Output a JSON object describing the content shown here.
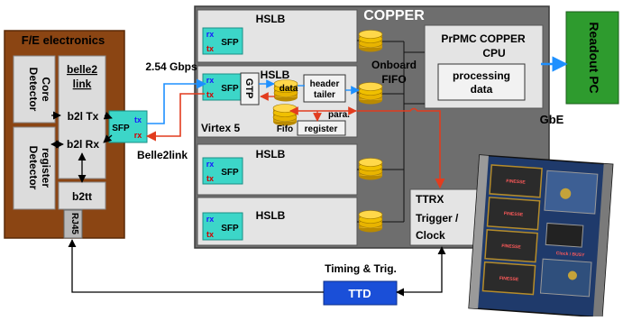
{
  "fe": {
    "title": "F/E electronics",
    "core_line1": "Detector",
    "core_line2": "Core",
    "reg_line1": "Detector",
    "reg_line2": "register",
    "b2link_line1": "belle2",
    "b2link_line2": "link",
    "b2l_tx": "b2l Tx",
    "b2l_rx": "b2l Rx",
    "b2tt": "b2tt",
    "rj45": "RJ45",
    "sfp": "SFP",
    "tx": "tx",
    "rx": "rx"
  },
  "links": {
    "speed": "2.54 Gbps",
    "belle2link": "Belle2link",
    "timing": "Timing & Trig.",
    "gbe": "GbE"
  },
  "copper": {
    "title": "COPPER",
    "hslb": "HSLB",
    "sfp": "SFP",
    "rx": "rx",
    "tx": "tx",
    "gtp": "GTP",
    "data": "data",
    "header_line1": "header",
    "header_line2": "tailer",
    "fifo": "Fifo",
    "register": "register",
    "para": "para.",
    "virtex": "Virtex 5",
    "onboard_line1": "Onboard",
    "onboard_line2": "FIFO",
    "prpmc_line1": "PrPMC COPPER",
    "prpmc_line2": "CPU",
    "processing_line1": "processing",
    "processing_line2": "data",
    "ttrx_line1": "TTRX",
    "ttrx_line2": "Trigger /",
    "ttrx_line3": "Clock"
  },
  "readout": "Readout PC",
  "ttd": "TTD",
  "photo_labels": [
    "FINESSE",
    "FINESSE",
    "FINESSE",
    "FINESSE",
    "Clock / BUSY"
  ],
  "colors": {
    "fe_brown": "#8b4513",
    "copper_gray": "#6e6e6e",
    "hslb_fill": "#e4e4e4",
    "sfp_cyan": "#3cd6c8",
    "readout_green": "#2e9b2e",
    "ttd_blue": "#1a4fd8",
    "arrow_blue": "#1e90ff",
    "arrow_red": "#e23c1e",
    "fifo_gold": "#f5c000"
  }
}
